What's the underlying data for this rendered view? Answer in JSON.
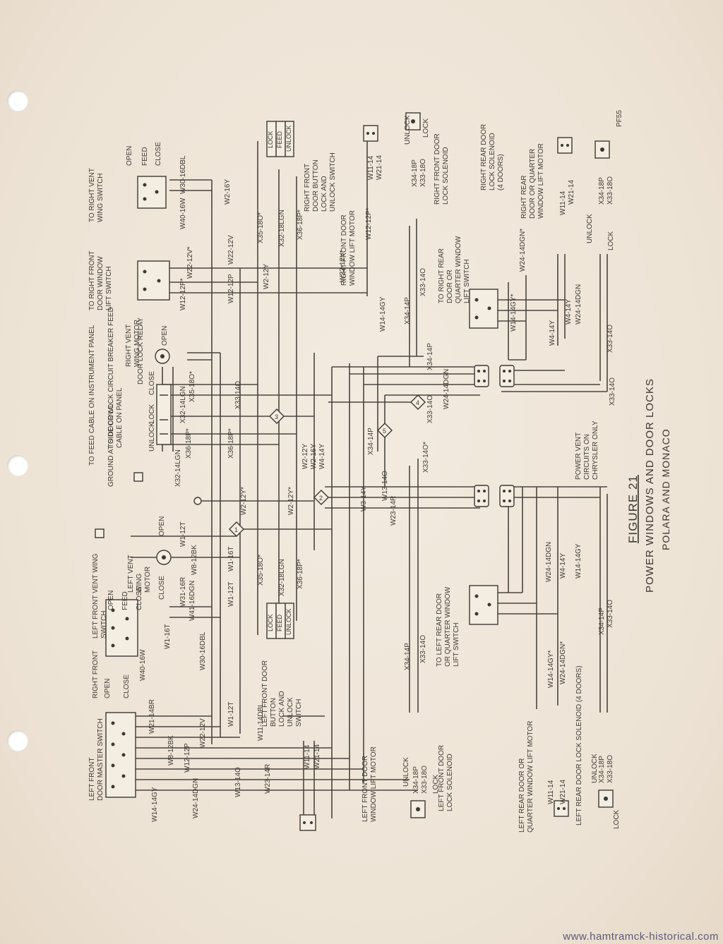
{
  "figure": {
    "number": "FIGURE 21",
    "title": "POWER WINDOWS AND DOOR LOCKS",
    "subtitle": "POLARA AND MONACO",
    "ref_code": "PF55",
    "power_vent_note": [
      "POWER VENT",
      "CIRCUITS ON",
      "CHRYSLER ONLY"
    ]
  },
  "components": {
    "left_front_master": [
      "LEFT FRONT",
      "DOOR MASTER SWITCH"
    ],
    "right_front_vent_switch": [
      "TO RIGHT VENT",
      "WING SWITCH"
    ],
    "right_front_window_switch": [
      "TO RIGHT FRONT",
      "DOOR WINDOW",
      "LIFT SWITCH"
    ],
    "right_vent_motor": [
      "RIGHT VENT",
      "WING MOTOR"
    ],
    "circuit_breaker": [
      "TO DOOR LOCK CIRCUIT BREAKER FEED",
      "CABLE ON PANEL"
    ],
    "feed_cable": "TO FEED CABLE ON INSTRUMENT PANEL",
    "door_lock_relay": "DOOR LOCK RELAY",
    "ground": "GROUND AT SIDE COWL",
    "left_vent_motor": [
      "LEFT VENT",
      "WING",
      "MOTOR"
    ],
    "left_front_vent_switch": [
      "LEFT FRONT VENT WING",
      "SWITCH"
    ],
    "right_front_label": "RIGHT FRONT",
    "left_front_door_button": [
      "LEFT FRONT DOOR",
      "BUTTON",
      "LOCK AND",
      "UNLOCK",
      "SWITCH"
    ],
    "right_front_door_button": [
      "RIGHT FRONT",
      "DOOR BUTTON",
      "LOCK AND",
      "UNLOCK SWITCH"
    ],
    "right_front_lift_motor": [
      "RIGHT FRONT DOOR",
      "WINDOW LIFT MOTOR"
    ],
    "right_front_lock_solenoid": [
      "RIGHT FRONT DOOR",
      "LOCK SOLENOID"
    ],
    "right_rear_lift_motor": [
      "RIGHT REAR",
      "DOOR OR QUARTER",
      "WINDOW LIFT MOTOR"
    ],
    "right_rear_lock_solenoid": [
      "RIGHT REAR DOOR",
      "LOCK SOLENOID",
      "(4 DOORS)"
    ],
    "right_rear_switch": [
      "TO RIGHT REAR",
      "DOOR OR",
      "QUARTER WINDOW",
      "LIFT SWITCH"
    ],
    "left_rear_switch": [
      "TO LEFT REAR DOOR",
      "OR QUARTER WINDOW",
      "LIFT SWITCH"
    ],
    "left_front_lift_motor": [
      "LEFT FRONT DOOR",
      "WINDOW LIFT MOTOR"
    ],
    "left_front_lock_solenoid": [
      "LEFT FRONT DOOR",
      "LOCK SOLENOID"
    ],
    "left_rear_lift_motor": [
      "LEFT REAR DOOR OR",
      "QUARTER WINDOW LIFT MOTOR"
    ],
    "left_rear_lock_solenoid": "LEFT REAR DOOR LOCK SOLENOID (4 DOORS)"
  },
  "switch_positions": {
    "open": "OPEN",
    "feed": "FEED",
    "close": "CLOSE",
    "lock": "LOCK",
    "unlock": "UNLOCK"
  },
  "wires": {
    "w30_16dbl": "W30-16DBL",
    "w40_16w": "W40-16W",
    "w2_16y": "W2-16Y",
    "w22_12v_star": "W22-12V*",
    "w22_12v": "W22-12V",
    "w12_12p_star": "W12-12P*",
    "w12_12p": "W12-12P",
    "w2_12y": "W2-12Y",
    "x35_18o_star": "X35-18O*",
    "x32_18lgn": "X32-18LGN",
    "x36_18p_star": "X36-18P*",
    "w22_12y_star": "W22-12Y*",
    "w11_14": "W11-14",
    "w21_14": "W21-14",
    "x34_18p": "X34-18P",
    "x33_18o": "X33-18O",
    "x34_14p": "X34-14P",
    "x33_14o": "X33-14O",
    "w24_14dgn_star": "W24-14DGN*",
    "w14_14gy_star": "W14-14GY*",
    "w4_14y": "W4-14Y",
    "w24_14dgn": "W24-14DGN",
    "w14_14gy": "W14-14GY",
    "x32_14lgn": "X32-14LGN",
    "w2_12y_star": "W2-12Y*",
    "w1_12t": "W1-12T",
    "w8_12bk": "W8-12BK",
    "w1_16t": "W1-16T",
    "w31_16r": "W31-16R",
    "w41_16dgn": "W41-16DGN",
    "w21_14br": "W21-14BR",
    "w8_12bk_b": "W8-12BK",
    "w12_12p_b": "W12-12P",
    "w22_12v_b": "W22-12V",
    "w13_14o": "W13-14O",
    "w23_14r": "W23-14R",
    "w3_14y": "W3-14Y",
    "w24_14dgn_b": "W24-14DGN",
    "w14_14gy_b": "W14-14GY",
    "w11_14dbl": "W11-14DBL",
    "x35_18o": "X35-18O*",
    "x33_14o_star": "X33-14O*",
    "w2_12y_mid": "W2-12Y",
    "w2_16y_mid": "W2-16Y",
    "w4_14y_mid": "W4-14Y",
    "x33_14o_mid": "X33-14O",
    "x36_18p_mid": "X36-18P*",
    "x32_14lgn_mid": "X32-14LGN",
    "x35_18o_mid": "X35-18O*"
  },
  "splices": [
    "1",
    "2",
    "3",
    "4",
    "5"
  ],
  "watermark": "www.hamtramck-historical.com"
}
